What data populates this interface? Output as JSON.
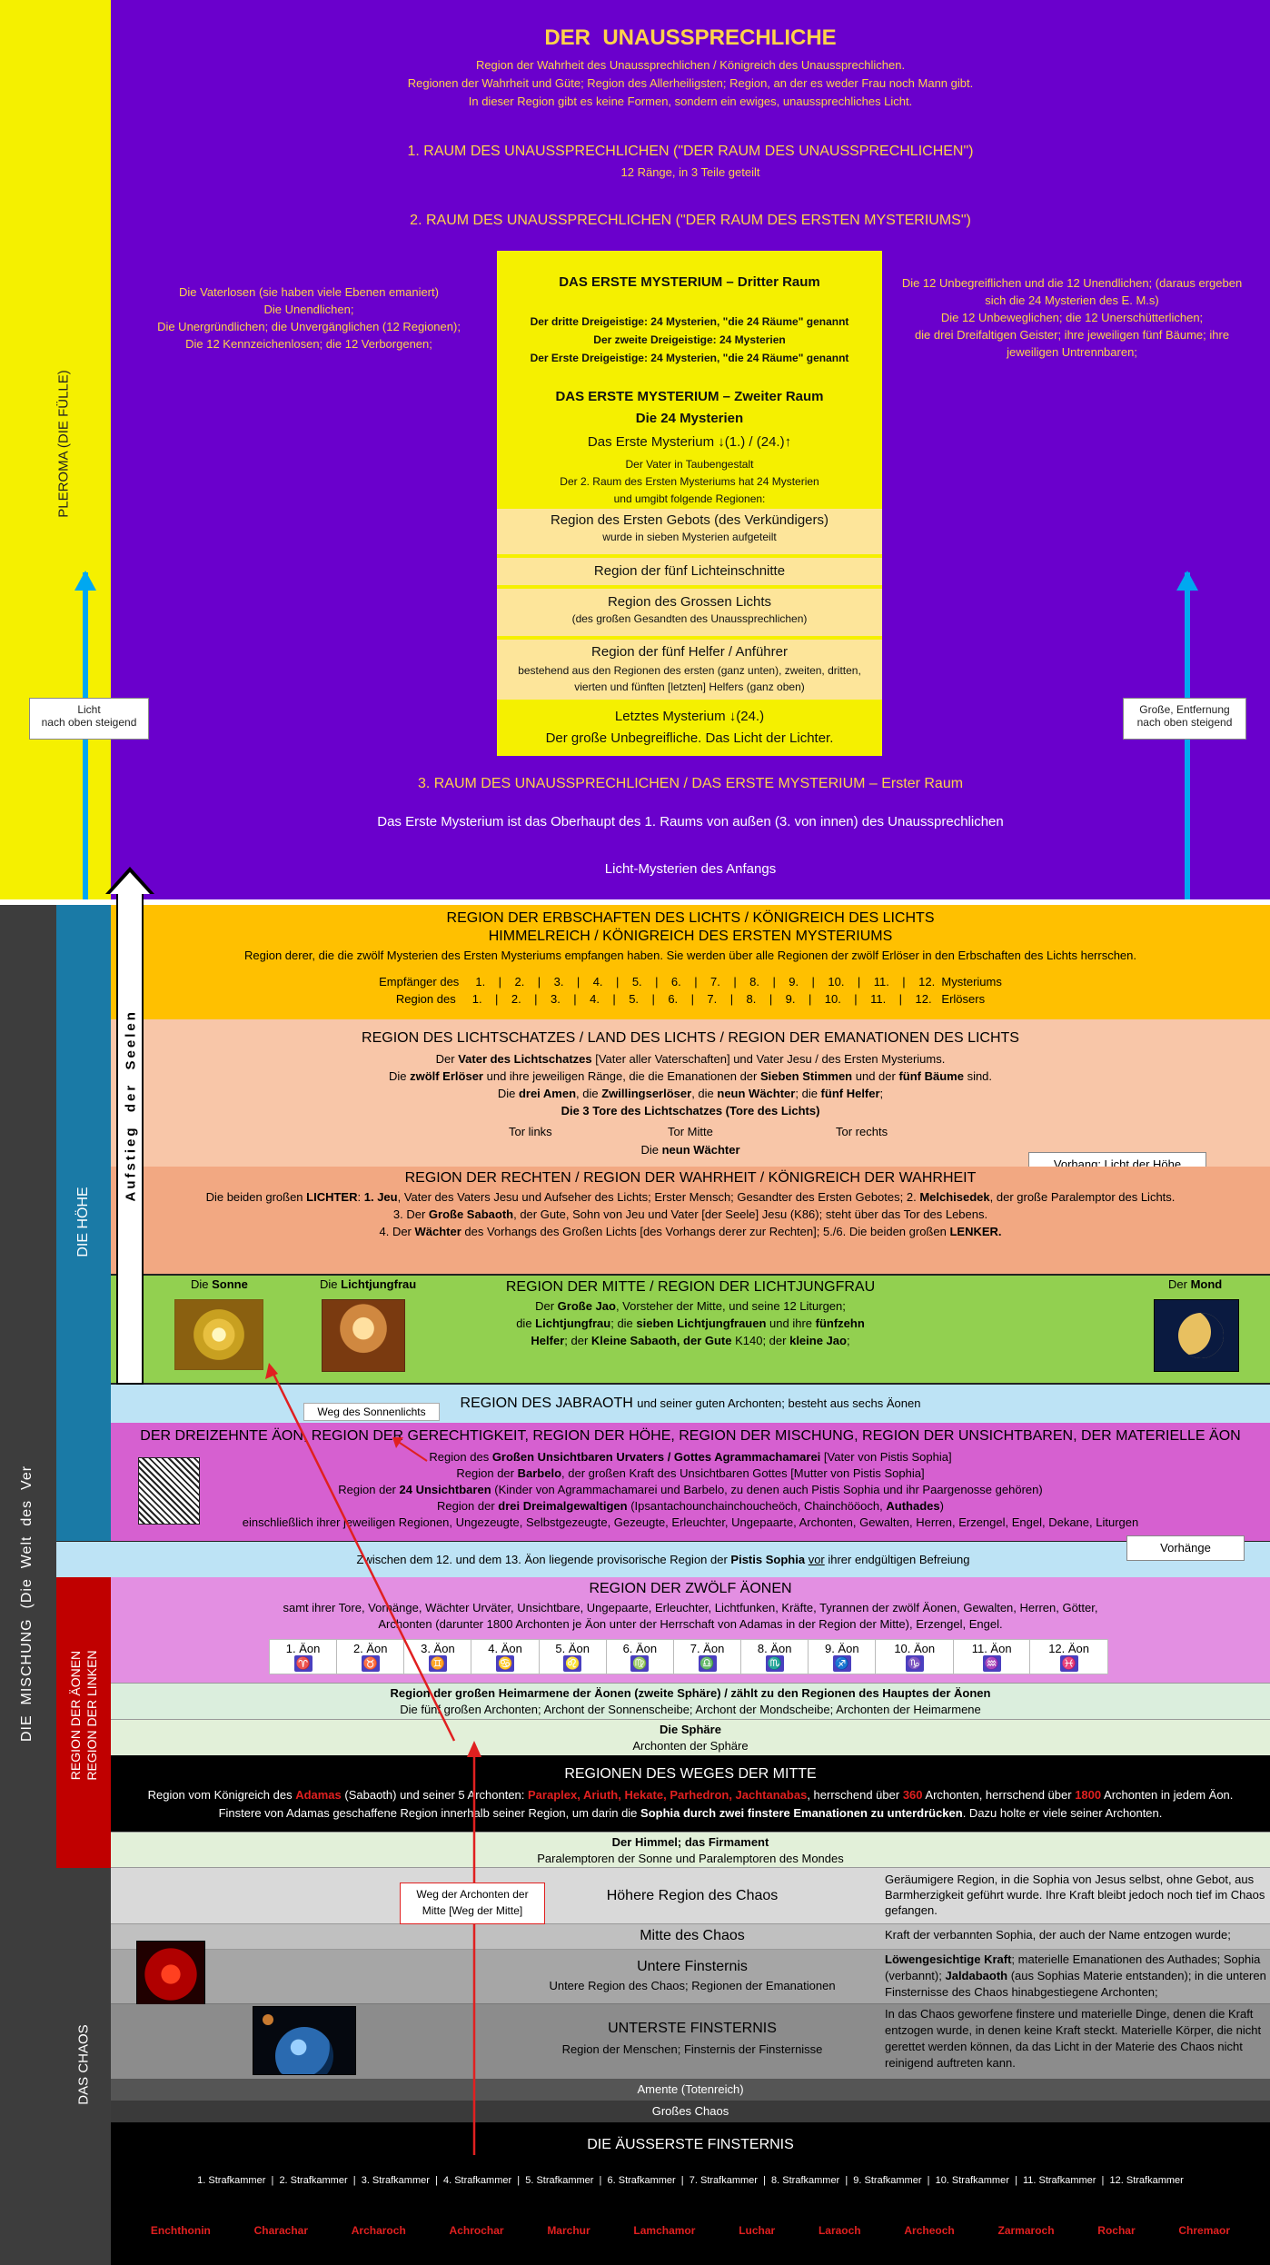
{
  "pleroma": {
    "side_label": "PLEROMA     (DIE FÜLLE)",
    "title": "DER  UNAUSSPRECHLICHE",
    "intro": [
      "Region der Wahrheit des Unaussprechlichen / Königreich des Unaussprechlichen.",
      "Regionen der Wahrheit und Güte; Region des Allerheiligsten; Region, an der es weder Frau noch Mann gibt.",
      "In dieser Region gibt es keine Formen, sondern ein ewiges, unaussprechliches Licht."
    ],
    "raum1_title": "1. RAUM DES UNAUSSPRECHLICHEN (\"DER RAUM DES UNAUSSPRECHLICHEN\")",
    "raum1_sub": "12 Ränge, in 3 Teile geteilt",
    "raum2_title": "2. RAUM DES UNAUSSPRECHLICHEN (\"DER RAUM DES ERSTEN MYSTERIUMS\")",
    "left_text": "Die Vaterlosen (sie haben viele Ebenen emaniert)\nDie Unendlichen;\nDie Unergründlichen; die Unvergänglichen (12 Regionen);\nDie 12 Kennzeichenlosen; die 12 Verborgenen;",
    "right_text": "Die 12 Unbegreiflichen und die 12 Unendlichen; (daraus ergeben sich die 24 Mysterien des E. M.s)\nDie 12 Unbeweglichen; die 12 Unerschütterlichen;\ndie drei Dreifaltigen Geister; ihre jeweiligen fünf Bäume; ihre jeweiligen Untrennbaren;",
    "left_arrow_label": "Licht\nnach oben steigend",
    "right_arrow_label": "Große, Entfernung\nnach oben steigend",
    "raum3_title": "3. RAUM DES UNAUSSPRECHLICHEN / DAS ERSTE MYSTERIUM – Erster Raum",
    "raum3_text": "Das Erste Mysterium ist das Oberhaupt des 1. Raums von außen (3. von innen) des Unaussprechlichen",
    "raum3_sub": "Licht-Mysterien des Anfangs"
  },
  "mysterium": {
    "dritter_title": "DAS ERSTE MYSTERIUM – Dritter Raum",
    "dritter_lines": [
      "Der dritte Dreigeistige: 24 Mysterien, \"die 24 Räume\" genannt",
      "Der zweite Dreigeistige: 24 Mysterien",
      "Der Erste Dreigeistige: 24 Mysterien, \"die 24 Räume\" genannt"
    ],
    "zweiter_title": "DAS ERSTE MYSTERIUM – Zweiter Raum",
    "zweiter_sub": "Die 24 Mysterien",
    "zweiter_line": "Das Erste Mysterium ↓(1.) / (24.)↑",
    "zweiter_small": [
      "Der Vater in Taubengestalt",
      "Der 2. Raum des Ersten Mysteriums hat 24 Mysterien",
      "und umgibt folgende Regionen:"
    ],
    "gebot_title": "Region des Ersten Gebots (des Verkündigers)",
    "gebot_sub": "wurde in sieben Mysterien aufgeteilt",
    "einschnitte": "Region der fünf Lichteinschnitte",
    "grossen_title": "Region des Grossen Lichts",
    "grossen_sub": "(des großen Gesandten des Unaussprechlichen)",
    "helfer_title": "Region der fünf Helfer / Anführer",
    "helfer_sub": "bestehend aus den Regionen des ersten (ganz unten), zweiten, dritten, vierten und fünften [letzten] Helfers (ganz oben)",
    "letztes_title": "Letztes Mysterium ↓(24.)",
    "letztes_sub": "Der große Unbegreifliche. Das Licht der Lichter."
  },
  "side": {
    "mischung": "DIE  MISCHUNG  (Die  Welt  des  Ver",
    "hoehe": "DIE HÖHE",
    "aeonen": "REGION DER ÄONEN\nREGION DER LINKEN",
    "chaos": "DAS  CHAOS",
    "aufstieg": "Aufstieg  der  Seelen"
  },
  "erbschaften": {
    "title1": "REGION DER ERBSCHAFTEN DES LICHTS / KÖNIGREICH DES LICHTS",
    "title2": "HIMMELREICH / KÖNIGREICH DES ERSTEN MYSTERIUMS",
    "text": "Region derer, die die zwölf Mysterien des Ersten Mysteriums empfangen haben. Sie werden über alle Regionen der zwölf Erlöser in den Erbschaften des Lichts herrschen.",
    "row1": "Empfänger des     1.    |    2.    |    3.    |    4.    |    5.    |    6.    |    7.    |    8.    |    9.    |    10.    |    11.    |    12.  Mysteriums",
    "row2": "Region des     1.    |    2.    |    3.    |    4.    |    5.    |    6.    |    7.    |    8.    |    9.    |    10.    |    11.    |    12.   Erlösers"
  },
  "lichtschatz": {
    "title": "REGION DES LICHTSCHATZES / LAND DES LICHTS / REGION DER EMANATIONEN DES LICHTS",
    "lines": [
      "Der <b>Vater des Lichtschatzes</b> [Vater aller Vaterschaften] und Vater Jesu / des Ersten Mysteriums.",
      "Die <b>zwölf Erlöser</b> und ihre jeweiligen Ränge, die die Emanationen der <b>Sieben Stimmen</b> und der <b>fünf Bäume</b> sind.",
      "Die <b>drei Amen</b>, die <b>Zwillingserlöser</b>, die <b>neun Wächter</b>; die <b>fünf Helfer</b>;",
      "<b>Die 3 Tore des Lichtschatzes (Tore des Lichts)</b>"
    ],
    "tor_links": "Tor links",
    "tor_mitte": "Tor Mitte",
    "tor_rechts": "Tor rechts",
    "waechter": "Die <b>neun Wächter</b>",
    "vorhang": "Vorhang: Licht der Höhe"
  },
  "rechten": {
    "title": "REGION DER RECHTEN / REGION DER WAHRHEIT / KÖNIGREICH DER WAHRHEIT",
    "lines": [
      "Die beiden großen <b>LICHTER</b>: <b>1. Jeu</b>, Vater des Vaters Jesu und Aufseher des Lichts; Erster Mensch; Gesandter des Ersten Gebotes; 2. <b>Melchisedek</b>, der große Paralemptor des Lichts.",
      "3. Der <b>Große Sabaoth</b>, der Gute, Sohn von Jeu und Vater [der Seele] Jesu (K86); steht über das Tor des Lebens.",
      "4. Der <b>Wächter</b> des Vorhangs des Großen Lichts [des Vorhangs derer zur Rechten]; 5./6. Die beiden großen <b>LENKER.</b>"
    ]
  },
  "mitte": {
    "sonne": "Die <b>Sonne</b>",
    "lichtjungfrau": "Die <b>Lichtjungfrau</b>",
    "mond": "Der <b>Mond</b>",
    "title": "REGION DER MITTE / REGION DER LICHTJUNGFRAU",
    "lines": [
      "Der <b>Große Jao</b>, Vorsteher der Mitte, und seine 12 Liturgen;",
      "die <b>Lichtjungfrau</b>; die <b>sieben Lichtjungfrauen</b> und ihre <b>fünfzehn</b>",
      "<b>Helfer</b>; der <b>Kleine Sabaoth, der Gute</b> K140; der <b>kleine Jao</b>;"
    ]
  },
  "jabraoth": {
    "weg_label": "Weg des Sonnenlichts",
    "text": "REGION DES JABRAOTH <span style='font-size:13px'>und seiner guten Archonten; besteht aus sechs Äonen</span>"
  },
  "dreizehnte": {
    "title": "DER DREIZEHNTE ÄON, REGION DER GERECHTIGKEIT, REGION DER HÖHE, REGION DER MISCHUNG, REGION DER UNSICHTBAREN, DER MATERIELLE ÄON",
    "lines": [
      "Region des <b>Großen Unsichtbaren Urvaters / Gottes Agrammachamarei</b> [Vater von Pistis Sophia]",
      "Region der <b>Barbelo</b>, der großen Kraft des Unsichtbaren Gottes [Mutter von Pistis Sophia]",
      "Region der <b>24 Unsichtbaren</b> (Kinder von Agrammachamarei und Barbelo, zu denen auch Pistis Sophia und ihr Paargenosse gehören)",
      "Region der <b>drei Dreimalgewaltigen</b> (Ipsantachounchainchoucheöch, Chainchööoch, <b>Authades</b>)",
      "einschließlich ihrer jeweiligen Regionen, Ungezeugte, Selbstgezeugte, Gezeugte, Erleuchter, Ungepaarte, Archonten, Gewalten, Herren, Erzengel, Engel, Dekane, Liturgen"
    ]
  },
  "zwischen": {
    "text": "Zwischen dem 12. und dem 13. Äon liegende provisorische Region der <b>Pistis Sophia</b> <u>vor</u> ihrer endgültigen Befreiung",
    "vorhaenge": "Vorhänge"
  },
  "zwoelf": {
    "title": "REGION DER ZWÖLF ÄONEN",
    "lines": [
      "samt ihrer Tore, Vorhänge, Wächter Urväter, Unsichtbare, Ungepaarte, Erleuchter, Lichtfunken, Kräfte, Tyrannen der zwölf Äonen, Gewalten, Herren, Götter,",
      "Archonten (darunter 1800 Archonten je Äon unter der Herrschaft von Adamas in der Region der Mitte), Erzengel, Engel."
    ],
    "aeonen": [
      "1. Äon",
      "2. Äon",
      "3. Äon",
      "4. Äon",
      "5. Äon",
      "6. Äon",
      "7. Äon",
      "8. Äon",
      "9. Äon",
      "10. Äon",
      "11. Äon",
      "12. Äon"
    ],
    "symbols": [
      "♈",
      "♉",
      "♊",
      "♋",
      "♌",
      "♍",
      "♎",
      "♏",
      "♐",
      "♑",
      "♒",
      "♓"
    ]
  },
  "heimarmene": {
    "line1": "<b>Region der großen Heimarmene der Äonen  (zweite Sphäre) / zählt zu den Regionen des Hauptes der Äonen</b>",
    "line2": "Die fünf großen Archonten; Archont der Sonnenscheibe; Archont der Mondscheibe; Archonten der Heimarmene"
  },
  "sphaere": {
    "title": "Die Sphäre",
    "sub": "Archonten der Sphäre"
  },
  "weg_mitte": {
    "title": "REGIONEN DES WEGES DER MITTE",
    "line1": "Region vom Königreich des <span class='red'>Adamas</span> (Sabaoth) und seiner 5 Archonten: <span class='red'>Paraplex, Ariuth, Hekate, Parhedron, Jachtanabas</span>, herrschend über <span class='red'>360</span> Archonten, herrschend über <span class='red'>1800</span> Archonten in jedem Äon.",
    "line2": "Finstere von Adamas geschaffene Region innerhalb seiner Region, um darin die <b>Sophia durch zwei finstere Emanationen zu unterdrücken</b>. Dazu holte er viele seiner Archonten."
  },
  "himmel": {
    "title": "Der Himmel; das Firmament",
    "sub": "Paralemptoren der Sonne und Paralemptoren des Mondes"
  },
  "chaos": {
    "weg_label": "Weg der Archonten der\nMitte [Weg der Mitte]",
    "hoehere": "Höhere Region des Chaos",
    "hoehere_right": "Geräumigere Region, in die Sophia von Jesus selbst, ohne Gebot, aus Barmherzigkeit geführt wurde. Ihre Kraft bleibt jedoch noch tief im Chaos gefangen.",
    "mitte": "Mitte des Chaos",
    "mitte_right": "Kraft der verbannten Sophia, der auch der Name entzogen wurde;",
    "untere_title": "Untere Finsternis",
    "untere_sub": "Untere Region des Chaos; Regionen der Emanationen",
    "untere_right": "<b>Löwengesichtige Kraft</b>; materielle Emanationen des Authades; Sophia (verbannt); <b>Jaldabaoth</b> (aus Sophias Materie entstanden); in die unteren Finsternisse des Chaos hinabgestiegene Archonten;",
    "unterste_title": "UNTERSTE FINSTERNIS",
    "unterste_sub": "Region der Menschen; Finsternis der Finsternisse",
    "unterste_right": "In das Chaos geworfene finstere und materielle Dinge, denen die Kraft entzogen wurde, in denen keine Kraft steckt. Materielle Körper, die nicht gerettet werden können, da das Licht in der Materie des Chaos nicht reinigend auftreten kann.",
    "amente": "Amente (Totenreich)",
    "grosses": "Großes Chaos"
  },
  "aeussere": {
    "title": "DIE ÄUSSERSTE FINSTERNIS",
    "kammern": "1. Strafkammer  |  2. Strafkammer  |  3. Strafkammer  |  4. Strafkammer  |  5. Strafkammer  |  6. Strafkammer  |  7. Strafkammer  |  8. Strafkammer  |  9. Strafkammer  |  10. Strafkammer  |  11. Strafkammer  |  12. Strafkammer",
    "names": [
      "Enchthonin",
      "Charachar",
      "Archaroch",
      "Achrochar",
      "Marchur",
      "Lamchamor",
      "Luchar",
      "Laraoch",
      "Archeoch",
      "Zarmaroch",
      "Rochar",
      "Chremaor"
    ]
  },
  "colors": {
    "pleroma_bg": "#6a00cc",
    "yellow": "#f5f000",
    "blue_arrow": "#00a8f0",
    "gold_text": "#ffd24a",
    "erbschaften": "#ffc000",
    "lichtschatz": "#f8c6a8",
    "rechten": "#f2a882",
    "mitte": "#92d050",
    "jabraoth": "#bde3f5",
    "dreizehnte": "#d660d0",
    "zwoelf": "#e38fe2",
    "weg_mitte": "#000000",
    "mischung_side": "#1a7aa6",
    "aeonen_side": "#c00000",
    "chaos_side": "#3d3d3d"
  }
}
